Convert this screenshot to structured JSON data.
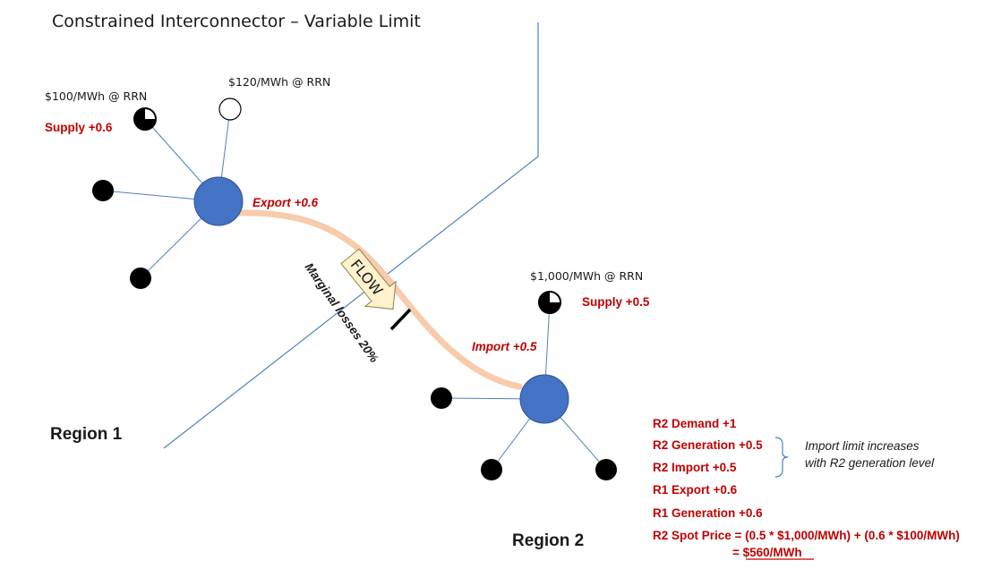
{
  "title": "Constrained Interconnector – Variable Limit",
  "region1": {
    "label": "Region 1",
    "generator_a_price": "$100/MWh  @ RRN",
    "generator_b_price": "$120/MWh  @ RRN",
    "supply": "Supply +0.6",
    "export": "Export +0.6"
  },
  "region2": {
    "label": "Region 2",
    "generator_price": "$1,000/MWh  @ RRN",
    "supply": "Supply +0.5",
    "import": "Import +0.5"
  },
  "interconnector": {
    "flow_label": "FLOW",
    "losses_label": "Marginal losses 20%"
  },
  "summary": {
    "lines": [
      "R2 Demand +1",
      "R2 Generation +0.5",
      "R2 Import +0.5",
      "R1 Export +0.6",
      "R1 Generation +0.6"
    ],
    "spot_price": "R2 Spot Price = (0.5 * $1,000/MWh) + (0.6  * $100/MWh)",
    "spot_price_result": "= $560/MWh"
  },
  "note": {
    "line1": "Import limit increases",
    "line2": "with R2 generation level"
  },
  "colors": {
    "node_blue": "#4472c4",
    "border_blue": "#4f81bd",
    "flow_path": "#f8cbad",
    "red_text": "#c00000",
    "arrow_fill": "#fff2cc"
  }
}
